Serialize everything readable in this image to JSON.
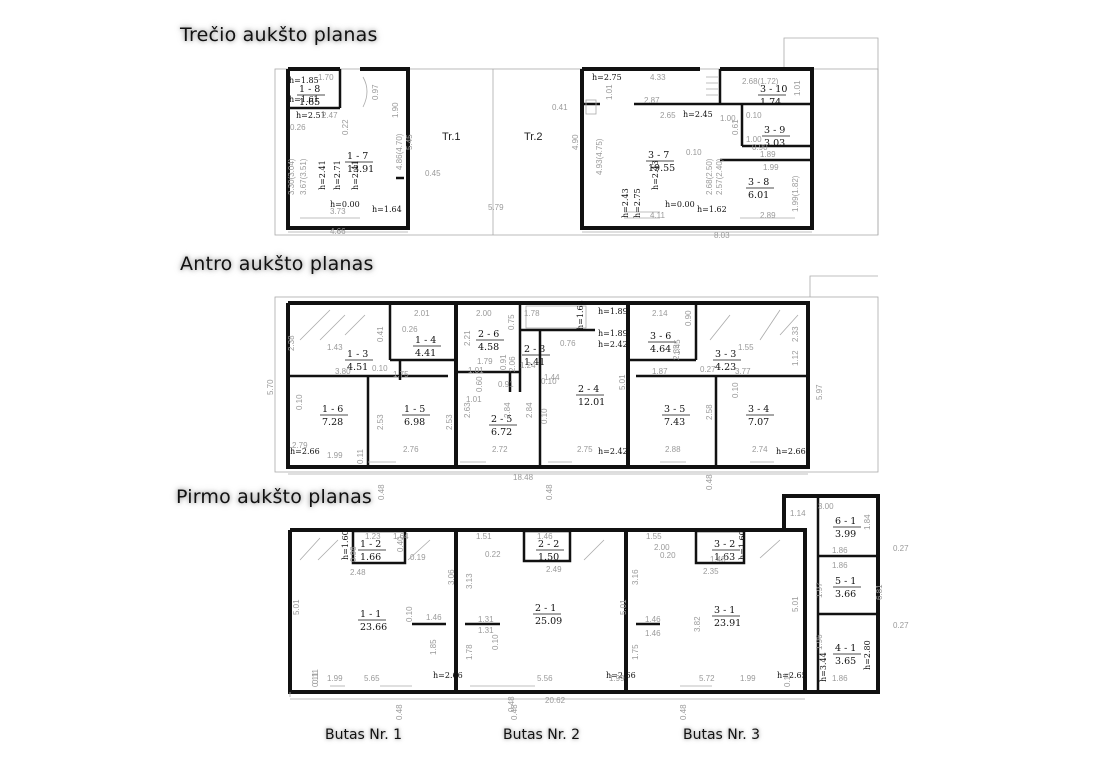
{
  "titles": {
    "third": "Trečio aukšto planas",
    "second": "Antro aukšto planas",
    "first": "Pirmo aukšto planas"
  },
  "apartments": [
    "Butas Nr. 1",
    "Butas Nr. 2",
    "Butas Nr. 3"
  ],
  "third_floor": {
    "stairwells": [
      "Tr.1",
      "Tr.2"
    ],
    "rooms": [
      {
        "id": "1 - 8",
        "area": "1.65"
      },
      {
        "id": "1 - 7",
        "area": "13.91"
      },
      {
        "id": "3 - 10",
        "area": "1.74"
      },
      {
        "id": "3 - 9",
        "area": "3.03"
      },
      {
        "id": "3 - 7",
        "area": "19.55"
      },
      {
        "id": "3 - 8",
        "area": "6.01"
      }
    ],
    "heights": [
      "h=1.85",
      "h=1.61",
      "h=2.51",
      "h=2.41",
      "h=2.71",
      "h=2.41",
      "h=0.00",
      "h=1.64",
      "h=2.75",
      "h=2.45",
      "h=2.43",
      "h=2.75",
      "h=2.43",
      "h=0.00",
      "h=1.62"
    ],
    "dims": [
      "1.70",
      "0.97",
      "1.90",
      "2.47",
      "0.26",
      "0.22",
      "4.86(4.70)",
      "5.45",
      "3.30(3.04)",
      "3.67(3.51)",
      "3.73",
      "4.66",
      "0.45",
      "5.79",
      "4.33",
      "2.68(1.72)",
      "1.01",
      "0.41",
      "1.01",
      "2.87",
      "2.65",
      "1.00",
      "0.10",
      "4.90",
      "4.93(4.75)",
      "0.61",
      "1.00",
      "0.90",
      "1.89",
      "0.10",
      "2.68(2.50)",
      "2.57(2.40)",
      "1.99",
      "1.99(1.82)",
      "4.11",
      "2.89",
      "8.03"
    ]
  },
  "second_floor": {
    "rooms": [
      {
        "id": "1 - 3",
        "area": "4.51"
      },
      {
        "id": "1 - 4",
        "area": "4.41"
      },
      {
        "id": "1 - 6",
        "area": "7.28"
      },
      {
        "id": "1 - 5",
        "area": "6.98"
      },
      {
        "id": "2 - 6",
        "area": "4.58"
      },
      {
        "id": "2 - 3",
        "area": "1.41"
      },
      {
        "id": "2 - 5",
        "area": "6.72"
      },
      {
        "id": "2 - 4",
        "area": "12.01"
      },
      {
        "id": "3 - 6",
        "area": "4.64"
      },
      {
        "id": "3 - 3",
        "area": "4.23"
      },
      {
        "id": "3 - 5",
        "area": "7.43"
      },
      {
        "id": "3 - 4",
        "area": "7.07"
      }
    ],
    "heights": [
      "h=1.89",
      "h=1.64",
      "h=1.89",
      "h=2.42",
      "h=2.66",
      "h=2.42",
      "h=2.66"
    ],
    "dims": [
      "2.01",
      "2.38",
      "1.43",
      "0.26",
      "0.41",
      "0.10",
      "3.80",
      "1.75",
      "0.10",
      "2.79",
      "1.99",
      "2.76",
      "2.53",
      "2.53",
      "0.11",
      "2.00",
      "0.75",
      "1.78",
      "0.91",
      "2.21",
      "1.79",
      "1.01",
      "1.01",
      "2.06",
      "0.60",
      "2.63",
      "0.91",
      "1.24",
      "0.10",
      "1.44",
      "0.76",
      "2.84",
      "2.84",
      "0.10",
      "2.72",
      "2.75",
      "5.01",
      "18.48",
      "2.14",
      "2.35",
      "0.90",
      "1.45",
      "0.27",
      "1.55",
      "1.87",
      "3.77",
      "1.12",
      "2.33",
      "0.10",
      "2.88",
      "2.58",
      "2.74",
      "5.70",
      "5.97",
      "0.48",
      "0.48",
      "0.48"
    ]
  },
  "first_floor": {
    "rooms": [
      {
        "id": "1 - 2",
        "area": "1.66"
      },
      {
        "id": "1 - 1",
        "area": "23.66"
      },
      {
        "id": "2 - 2",
        "area": "1.50"
      },
      {
        "id": "2 - 1",
        "area": "25.09"
      },
      {
        "id": "3 - 2",
        "area": "1.63"
      },
      {
        "id": "3 - 1",
        "area": "23.91"
      },
      {
        "id": "6 - 1",
        "area": "3.99"
      },
      {
        "id": "5 - 1",
        "area": "3.66"
      },
      {
        "id": "4 - 1",
        "area": "3.65"
      }
    ],
    "heights": [
      "h=1.60",
      "h=2.66",
      "h=2.66",
      "h=1.60",
      "h=2.65",
      "h=3.44",
      "h=2.80"
    ],
    "dims": [
      "1.23",
      "1.64",
      "0.98",
      "0.40",
      "0.19",
      "2.48",
      "3.06",
      "5.01",
      "1.46",
      "1.85",
      "0.11",
      "1.99",
      "5.65",
      "1.51",
      "1.46",
      "0.48",
      "0.22",
      "2.49",
      "3.13",
      "1.31",
      "1.31",
      "1.78",
      "0.10",
      "5.56",
      "1.99",
      "20.62",
      "5.01",
      "1.55",
      "2.00",
      "0.20",
      "1.48",
      "2.35",
      "3.16",
      "1.46",
      "1.46",
      "3.82",
      "1.75",
      "5.72",
      "1.99",
      "5.01",
      "3.00",
      "1.14",
      "1.84",
      "1.86",
      "0.27",
      "1.86",
      "1.97",
      "6.81",
      "0.27",
      "1.96",
      "1.86",
      "0.48",
      "0.48",
      "0.48",
      "0.10",
      "0.11",
      "0.11"
    ]
  }
}
